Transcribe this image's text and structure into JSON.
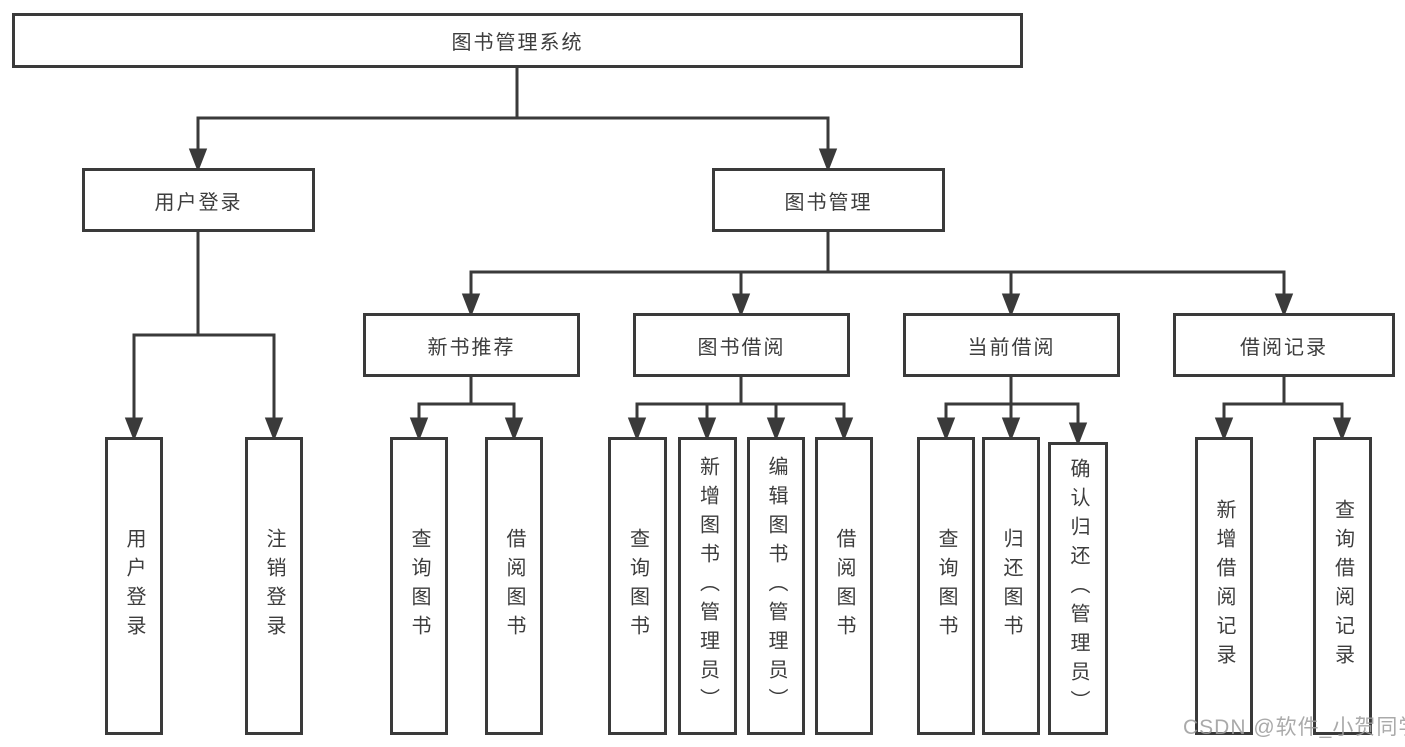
{
  "tree": {
    "label": "图书管理系统",
    "children": [
      {
        "label": "用户登录",
        "children": [
          {
            "label": "用户登录"
          },
          {
            "label": "注销登录"
          }
        ]
      },
      {
        "label": "图书管理",
        "children": [
          {
            "label": "新书推荐",
            "children": [
              {
                "label": "查询图书"
              },
              {
                "label": "借阅图书"
              }
            ]
          },
          {
            "label": "图书借阅",
            "children": [
              {
                "label": "查询图书"
              },
              {
                "label": "新增图书（管理员）"
              },
              {
                "label": "编辑图书（管理员）"
              },
              {
                "label": "借阅图书"
              }
            ]
          },
          {
            "label": "当前借阅",
            "children": [
              {
                "label": "查询图书"
              },
              {
                "label": "归还图书"
              },
              {
                "label": "确认归还（管理员）"
              }
            ]
          },
          {
            "label": "借阅记录",
            "children": [
              {
                "label": "新增借阅记录"
              },
              {
                "label": "查询借阅记录"
              }
            ]
          }
        ]
      }
    ]
  },
  "watermark": {
    "text": "CSDN @软件_小贺同学"
  },
  "colors": {
    "line": "#3a3a3a",
    "text": "#3d3d3d",
    "watermark": "#9e9e9e",
    "background": "#ffffff"
  }
}
